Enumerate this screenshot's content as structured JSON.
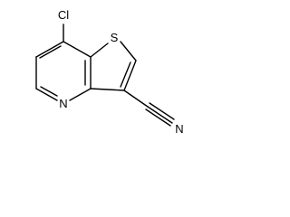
{
  "molecule": {
    "atoms": {
      "chlorine": "Cl",
      "sulfur": "S",
      "pyridine_nitrogen": "N",
      "nitrile_nitrogen": "N"
    }
  },
  "colors": {
    "bond": "#000000",
    "label": "#000000"
  }
}
